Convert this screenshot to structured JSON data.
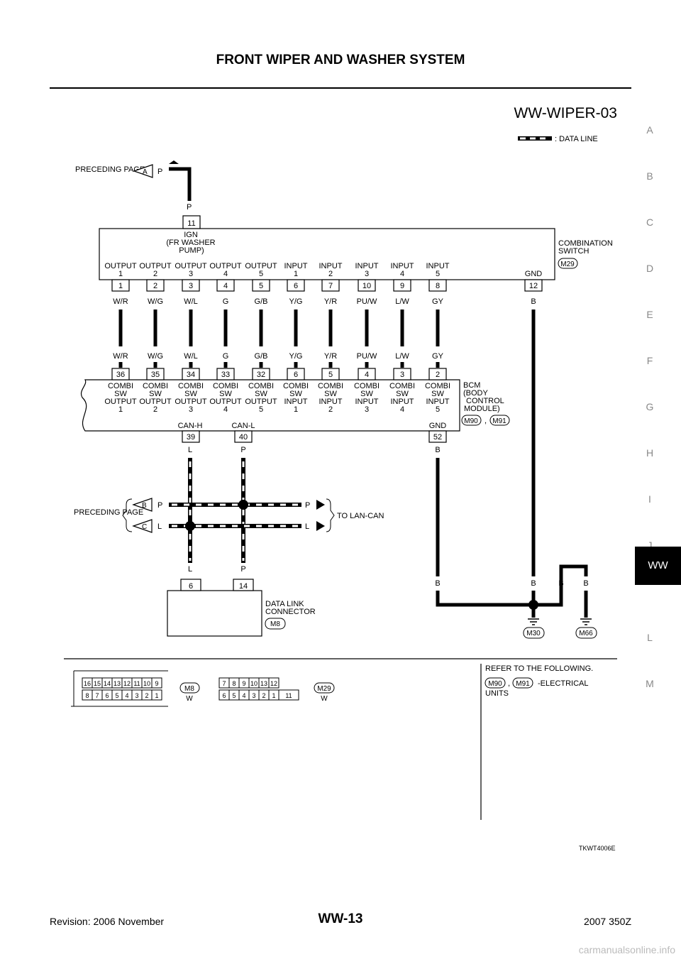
{
  "header": {
    "title": "FRONT WIPER AND WASHER SYSTEM"
  },
  "side_index": [
    "A",
    "B",
    "C",
    "D",
    "E",
    "F",
    "G",
    "H",
    "I",
    "J",
    "WW",
    "L",
    "M"
  ],
  "diagram": {
    "code": "WW-WIPER-03",
    "legend": ": DATA LINE",
    "preceding_page": "PRECEDING PAGE",
    "conn_a": "A",
    "conn_b": "B",
    "conn_c": "C",
    "wire_p": "P",
    "wire_l": "L",
    "wire_b": "B",
    "to_lan_can": "TO LAN-CAN",
    "combi_switch": {
      "name_line1": "COMBINATION",
      "name_line2": "SWITCH",
      "conn": "M29",
      "ign_pin": "11",
      "ign_line1": "IGN",
      "ign_line2": "(FR WASHER",
      "ign_line3": "PUMP)",
      "gnd_label": "GND",
      "gnd_pin": "12",
      "gnd_wire": "B",
      "terminals": [
        {
          "l1": "OUTPUT",
          "l2": "1",
          "pin": "1",
          "wire": "W/R"
        },
        {
          "l1": "OUTPUT",
          "l2": "2",
          "pin": "2",
          "wire": "W/G"
        },
        {
          "l1": "OUTPUT",
          "l2": "3",
          "pin": "3",
          "wire": "W/L"
        },
        {
          "l1": "OUTPUT",
          "l2": "4",
          "pin": "4",
          "wire": "G"
        },
        {
          "l1": "OUTPUT",
          "l2": "5",
          "pin": "5",
          "wire": "G/B"
        },
        {
          "l1": "INPUT",
          "l2": "1",
          "pin": "6",
          "wire": "Y/G"
        },
        {
          "l1": "INPUT",
          "l2": "2",
          "pin": "7",
          "wire": "Y/R"
        },
        {
          "l1": "INPUT",
          "l2": "3",
          "pin": "10",
          "wire": "PU/W"
        },
        {
          "l1": "INPUT",
          "l2": "4",
          "pin": "9",
          "wire": "L/W"
        },
        {
          "l1": "INPUT",
          "l2": "5",
          "pin": "8",
          "wire": "GY"
        }
      ]
    },
    "bcm": {
      "name_line1": "BCM",
      "name_line2": "(BODY",
      "name_line3": "CONTROL",
      "name_line4": "MODULE)",
      "conn1": "M90",
      "conn2": "M91",
      "sep": ",",
      "terminals": [
        {
          "pin": "36",
          "wire": "W/R",
          "l1": "COMBI",
          "l2": "SW",
          "l3": "OUTPUT",
          "l4": "1"
        },
        {
          "pin": "35",
          "wire": "W/G",
          "l1": "COMBI",
          "l2": "SW",
          "l3": "OUTPUT",
          "l4": "2"
        },
        {
          "pin": "34",
          "wire": "W/L",
          "l1": "COMBI",
          "l2": "SW",
          "l3": "OUTPUT",
          "l4": "3"
        },
        {
          "pin": "33",
          "wire": "G",
          "l1": "COMBI",
          "l2": "SW",
          "l3": "OUTPUT",
          "l4": "4"
        },
        {
          "pin": "32",
          "wire": "G/B",
          "l1": "COMBI",
          "l2": "SW",
          "l3": "OUTPUT",
          "l4": "5"
        },
        {
          "pin": "6",
          "wire": "Y/G",
          "l1": "COMBI",
          "l2": "SW",
          "l3": "INPUT",
          "l4": "1"
        },
        {
          "pin": "5",
          "wire": "Y/R",
          "l1": "COMBI",
          "l2": "SW",
          "l3": "INPUT",
          "l4": "2"
        },
        {
          "pin": "4",
          "wire": "PU/W",
          "l1": "COMBI",
          "l2": "SW",
          "l3": "INPUT",
          "l4": "3"
        },
        {
          "pin": "3",
          "wire": "L/W",
          "l1": "COMBI",
          "l2": "SW",
          "l3": "INPUT",
          "l4": "4"
        },
        {
          "pin": "2",
          "wire": "GY",
          "l1": "COMBI",
          "l2": "SW",
          "l3": "INPUT",
          "l4": "5"
        }
      ],
      "canh_label": "CAN-H",
      "canh_pin": "39",
      "canl_label": "CAN-L",
      "canl_pin": "40",
      "gnd_label": "GND",
      "gnd_pin": "52"
    },
    "dlc": {
      "name_line1": "DATA LINK",
      "name_line2": "CONNECTOR",
      "conn": "M8",
      "pin_l": "6",
      "pin_p": "14"
    },
    "grounds": [
      "M30",
      "M66"
    ],
    "connectors": {
      "m8": {
        "name": "M8",
        "color": "W",
        "row1": [
          "16",
          "15",
          "14",
          "13",
          "12",
          "11",
          "10",
          "9"
        ],
        "row2": [
          "8",
          "7",
          "6",
          "5",
          "4",
          "3",
          "2",
          "1"
        ]
      },
      "m29": {
        "name": "M29",
        "color": "W",
        "row1": [
          "7",
          "8",
          "9",
          "10",
          "13",
          "12"
        ],
        "row2": [
          "6",
          "5",
          "4",
          "3",
          "2",
          "1",
          "11"
        ]
      }
    },
    "refer_line1": "REFER TO THE FOLLOWING.",
    "refer_line2": "-ELECTRICAL",
    "refer_line3": "UNITS",
    "refer_m90": "M90",
    "refer_m91": "M91",
    "refer_sep": ",",
    "ref_code": "TKWT4006E"
  },
  "footer": {
    "revision": "Revision: 2006 November",
    "page": "WW-13",
    "model": "2007 350Z"
  },
  "watermark": "carmanualsonline.info"
}
